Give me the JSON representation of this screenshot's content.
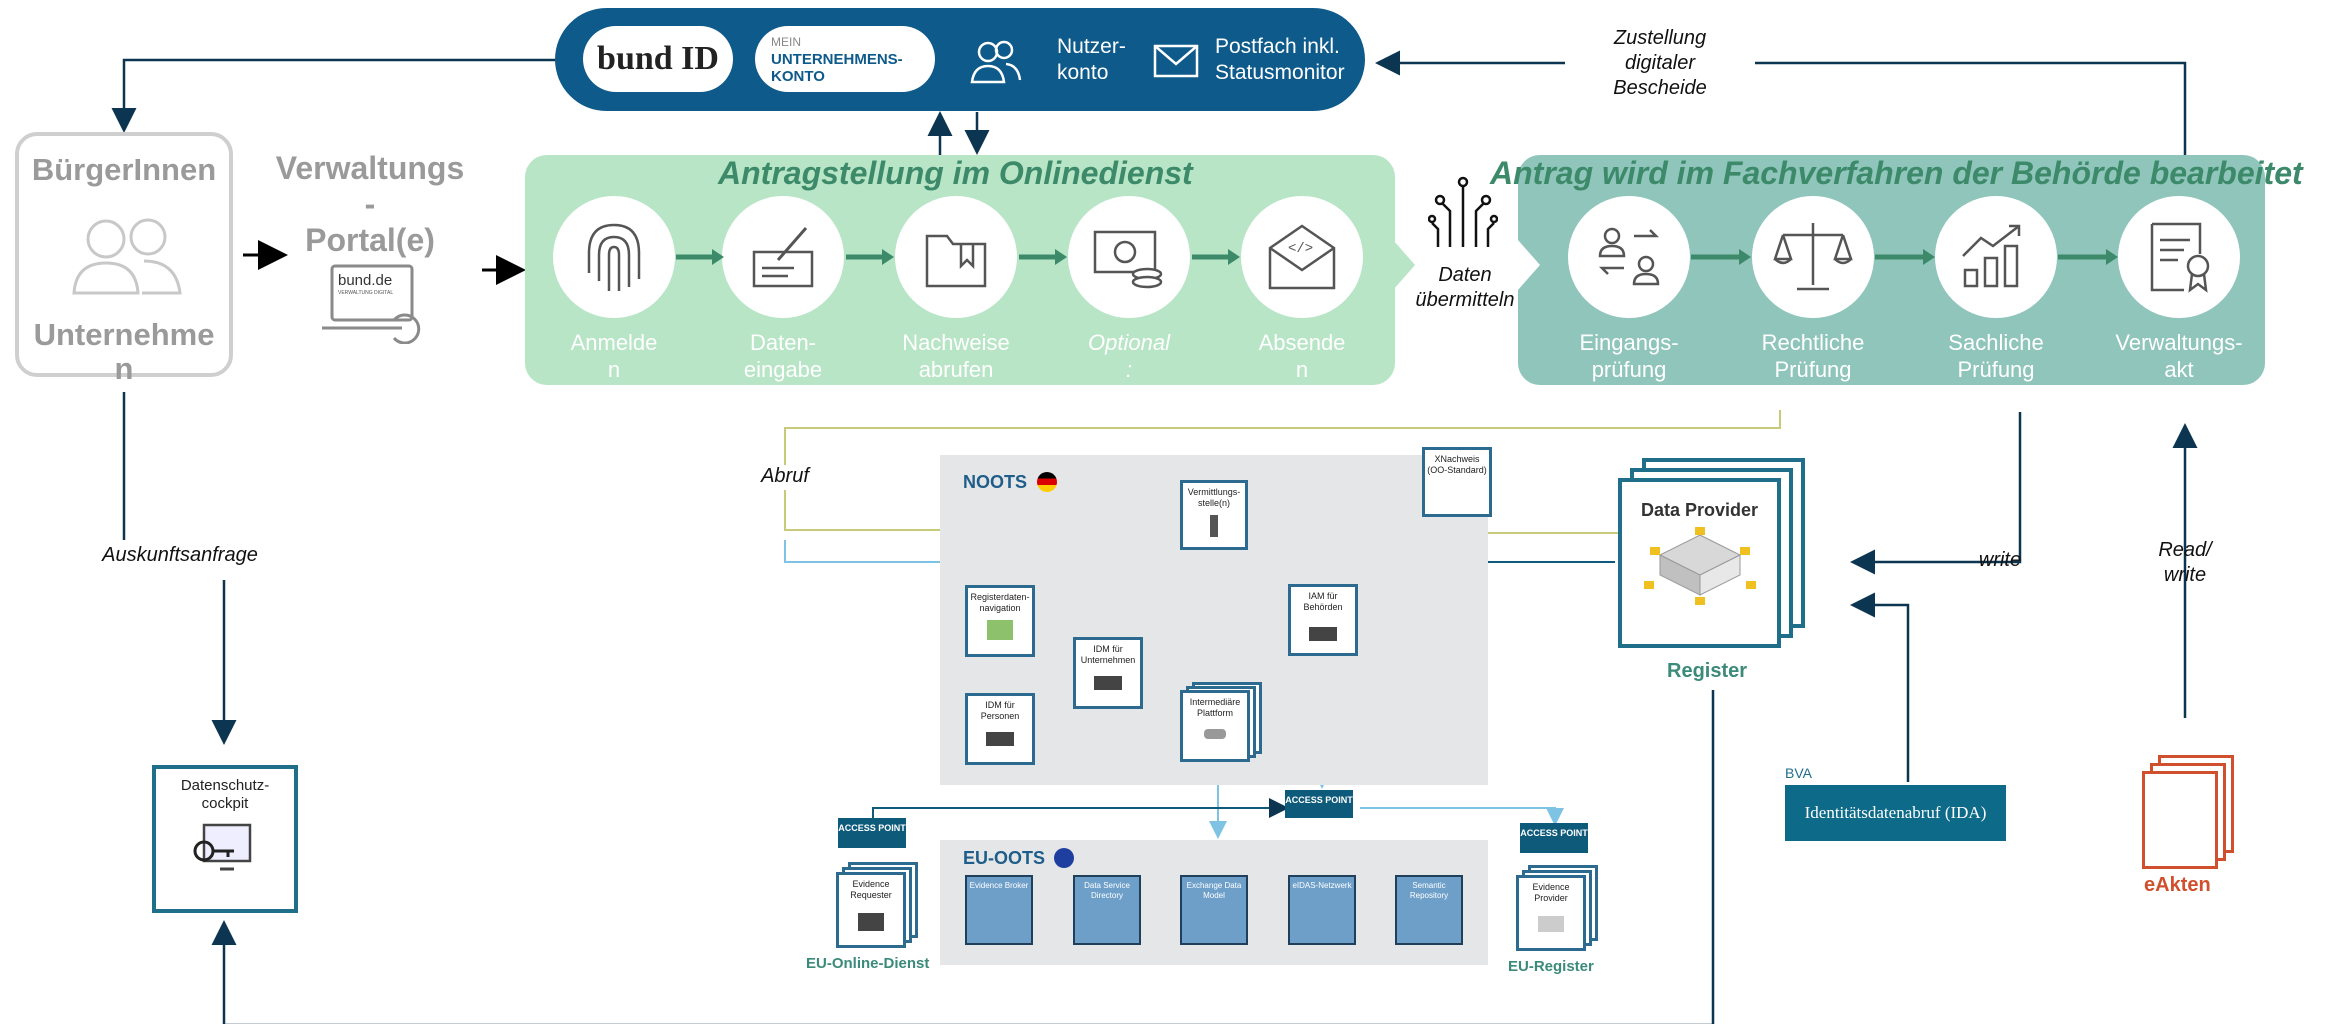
{
  "top_bar": {
    "bundid_logo": "bund ID",
    "muk_line1": "MEIN",
    "muk_line2": "UNTERNEHMENS-",
    "muk_line3": "KONTO",
    "nutzerkonto_line1": "Nutzer-",
    "nutzerkonto_line2": "konto",
    "postfach_line1": "Postfach inkl.",
    "postfach_line2": "Statusmonitor"
  },
  "citizen": {
    "title_line1": "BürgerInnen",
    "title_line2": "Unternehme",
    "title_line3": "n"
  },
  "portal": {
    "title_line1": "Verwaltungs",
    "title_line2": "-",
    "title_line3": "Portal(e)",
    "logo": "bund.de",
    "logo_sub": "VERWALTUNG DIGITAL"
  },
  "online_panel": {
    "title": "Antragstellung im Onlinedienst",
    "steps": [
      {
        "line1": "Anmelde",
        "line2": "n"
      },
      {
        "line1": "Daten-",
        "line2": "eingabe"
      },
      {
        "line1": "Nachweise",
        "line2": "abrufen"
      },
      {
        "line1": "Optional",
        "line2": ":"
      },
      {
        "line1": "Absende",
        "line2": "n"
      }
    ]
  },
  "transmit": {
    "line1": "Daten",
    "line2": "übermitteln"
  },
  "fach_panel": {
    "title": "Antrag wird im Fachverfahren der Behörde bearbeitet",
    "steps": [
      {
        "line1": "Eingangs-",
        "line2": "prüfung"
      },
      {
        "line1": "Rechtliche",
        "line2": "Prüfung"
      },
      {
        "line1": "Sachliche",
        "line2": "Prüfung"
      },
      {
        "line1": "Verwaltungs-",
        "line2": "akt"
      }
    ]
  },
  "labels": {
    "zustellung_line1": "Zustellung",
    "zustellung_line2": "digitaler",
    "zustellung_line3": "Bescheide",
    "auskunft": "Auskunftsanfrage",
    "abruf": "Abruf",
    "write": "write",
    "readwrite_line1": "Read/",
    "readwrite_line2": "write"
  },
  "noots": {
    "title": "NOOTS",
    "xnachweis": "XNachweis (OO-Standard)",
    "vermittlung": "Vermittlungs-stelle(n)",
    "registerdaten": "Registerdaten-navigation",
    "idm_unternehmen": "IDM für Unternehmen",
    "iam_behoerden": "IAM für Behörden",
    "idm_personen": "IDM für Personen",
    "intermediaere": "Intermediäre Plattform",
    "access_point": "ACCESS POINT"
  },
  "eu_oots": {
    "title": "EU-OOTS",
    "boxes": [
      "Evidence Broker",
      "Data Service Directory",
      "Exchange Data Model",
      "eIDAS-Netzwerk",
      "Semantic Repository"
    ],
    "evidence_requester": "Evidence Requester",
    "evidence_provider": "Evidence Provider",
    "eu_online_dienst": "EU-Online-Dienst",
    "eu_register": "EU-Register",
    "access_point_left": "ACCESS POINT",
    "access_point_right": "ACCESS POINT"
  },
  "register": {
    "data_provider": "Data Provider",
    "label": "Register"
  },
  "bva": {
    "label": "BVA",
    "ida": "Identitätsdatenabruf (IDA)"
  },
  "eakten": {
    "label": "eAkten"
  },
  "cockpit": {
    "line1": "Datenschutz-",
    "line2": "cockpit"
  },
  "colors": {
    "navy": "#0e5a8a",
    "green_panel": "#b7e5c6",
    "teal_panel": "#8fc5bb",
    "green_text": "#3c8a6a",
    "gray_text": "#9a9a9a",
    "line_olive": "#c9c97a",
    "line_lightblue": "#7ec3e3",
    "eakten": "#d0502e"
  }
}
